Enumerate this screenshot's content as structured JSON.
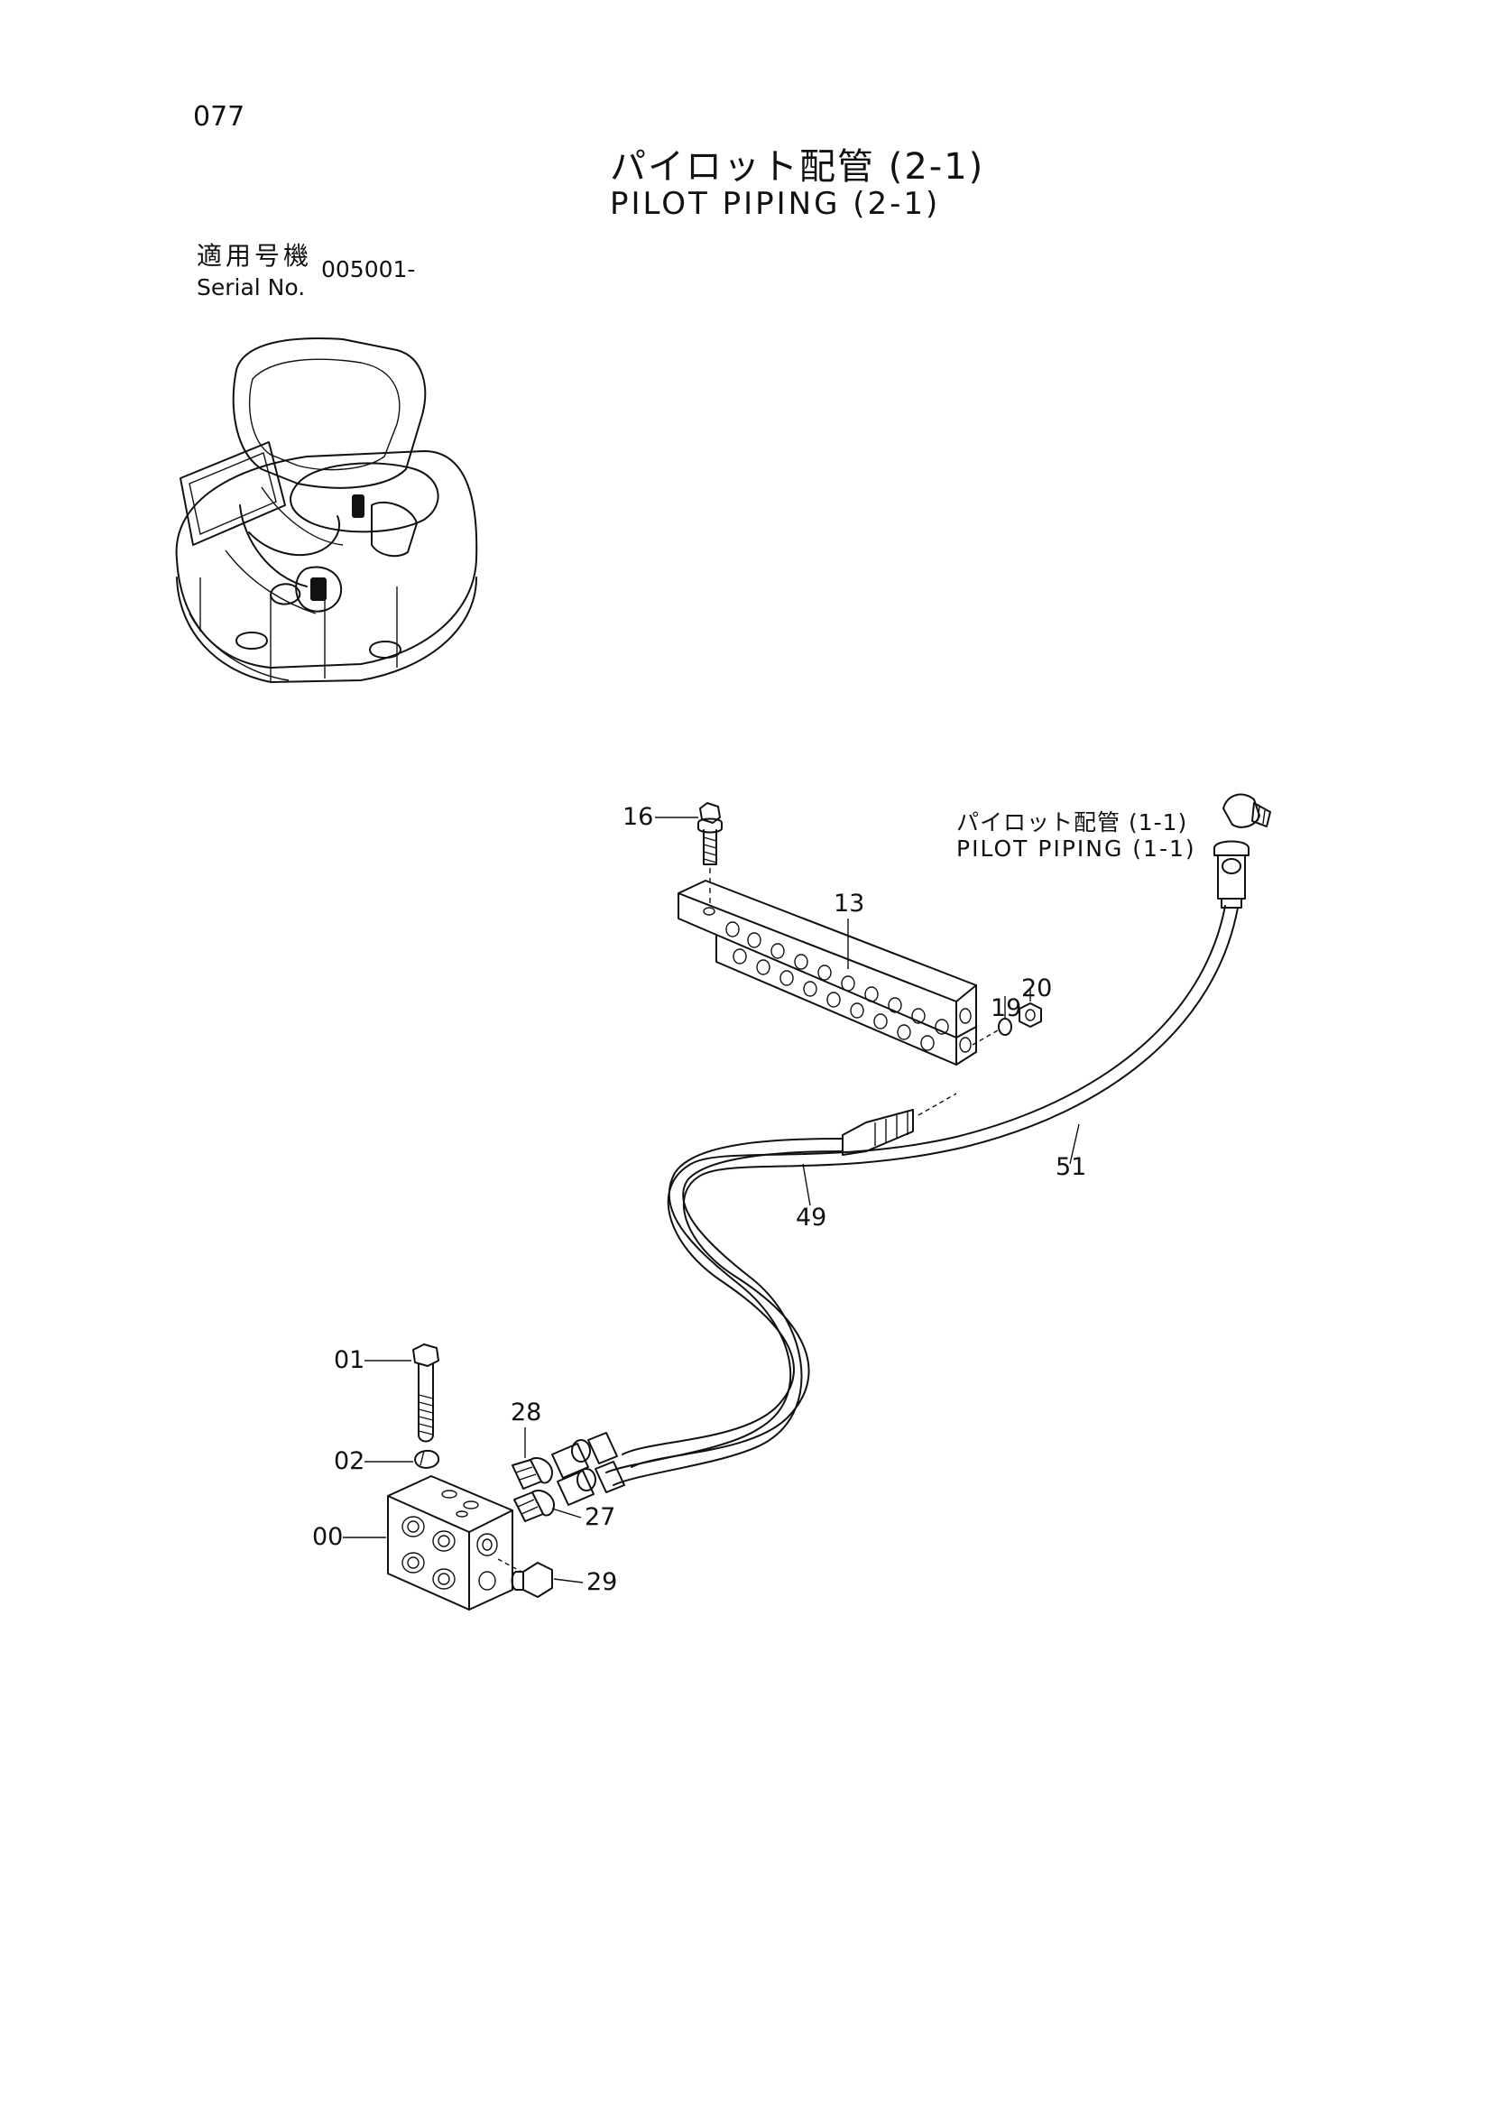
{
  "page": {
    "number": "077",
    "title_jp": "パイロット配管 (2-1)",
    "title_en": "PILOT PIPING (2-1)"
  },
  "serial": {
    "label_jp": "適用号機",
    "label_en": "Serial No.",
    "value": "005001-"
  },
  "reference": {
    "label_jp": "パイロット配管 (1-1)",
    "label_en": "PILOT PIPING (1-1)"
  },
  "callouts": {
    "c16": "16",
    "c13": "13",
    "c19": "19",
    "c20": "20",
    "c51": "51",
    "c49": "49",
    "c01": "01",
    "c28": "28",
    "c02": "02",
    "c27": "27",
    "c00": "00",
    "c29": "29"
  },
  "icons": {
    "overview": "excavator-cab-overview-illustration",
    "main": "pilot-piping-exploded-assembly-drawing"
  }
}
